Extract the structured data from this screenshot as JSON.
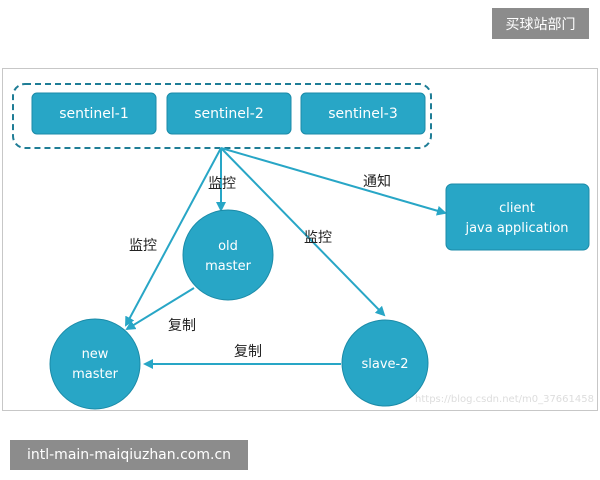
{
  "header": {
    "badge": "买球站部门"
  },
  "footer": {
    "badge": "intl-main-maiqiuzhan.com.cn"
  },
  "diagram": {
    "sentinels": [
      "sentinel-1",
      "sentinel-2",
      "sentinel-3"
    ],
    "client": {
      "line1": "client",
      "line2": "java application"
    },
    "old_master": {
      "line1": "old",
      "line2": "master"
    },
    "new_master": {
      "line1": "new",
      "line2": "master"
    },
    "slave": "slave-2",
    "labels": {
      "monitor_left": "监控",
      "monitor_center": "监控",
      "monitor_right": "监控",
      "notify": "通知",
      "replicate_old": "复制",
      "replicate_slave": "复制"
    },
    "watermark": "https://blog.csdn.net/m0_37661458"
  },
  "colors": {
    "node_fill": "#28a6c6",
    "node_stroke": "#1b8ba8",
    "arrow": "#28a6c6",
    "node_text": "#ffffff",
    "label_text": "#222222"
  }
}
